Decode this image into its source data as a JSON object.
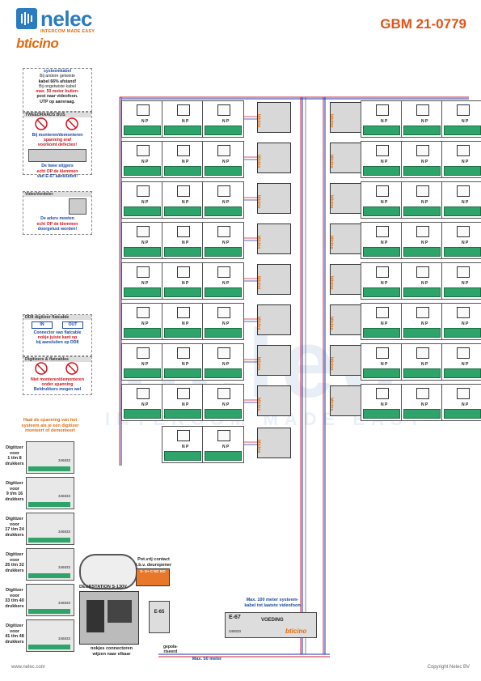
{
  "header": {
    "brand_name": "nelec",
    "brand_tagline": "INTERCOM MADE EASY",
    "sub_brand": "bticino",
    "model": "GBM 21-0779"
  },
  "notes": {
    "cable": {
      "line1": "systeemkabel",
      "line2": "Bij andere getwiste",
      "line3": "kabel 66% afstand!",
      "line4": "Bij ongetwiste kabel",
      "line5": "max. 50 meter buiten-",
      "line6": "post naar videofoon.",
      "line7": "UTP op aanvraag."
    },
    "bus": {
      "title": "TWEEDRAADS BUS",
      "line1": "Bij monteren/demonteren",
      "line2": "spanning eraf",
      "line3": "voorkomt defecten!"
    },
    "terminal": {
      "line1": "De twee stijgers",
      "line2": "echt OP de klemmen",
      "line3": "van E-67 aansluiten!"
    },
    "video": {
      "title": "VideoVerdeler",
      "line1": "De aders moeten",
      "line2": "echt OP de klemmen",
      "line3": "doorgelust worden!"
    },
    "flat": {
      "title": "DD8 digitizer flatcable",
      "in_label": "IN",
      "out_label": "OUT",
      "line1": "Connector van flatcable",
      "line2": "nokje juiste kant op",
      "line3": "bij aansluiten op DD8"
    },
    "digit": {
      "title": "Digitizers & flatcables",
      "line1": "Niet monteren/demonteren",
      "line2": "onder spanning",
      "line3": "Beldrukkers mogen wel"
    },
    "warning": {
      "line1": "Haal de spanning van het",
      "line2": "systeem als je een digitizer",
      "line3": "monteert of demonteert"
    }
  },
  "digitizers": [
    {
      "line1": "Digitizer",
      "line2": "voor",
      "line3": "1 t/m 8",
      "line4": "drukkers",
      "code": "346833"
    },
    {
      "line1": "Digitizer",
      "line2": "voor",
      "line3": "9 t/m 16",
      "line4": "drukkers",
      "code": "346833"
    },
    {
      "line1": "Digitizer",
      "line2": "voor",
      "line3": "17 t/m 24",
      "line4": "drukkers",
      "code": "346833"
    },
    {
      "line1": "Digitizer",
      "line2": "voor",
      "line3": "25 t/m 32",
      "line4": "drukkers",
      "code": "346833"
    },
    {
      "line1": "Digitizer",
      "line2": "voor",
      "line3": "33 t/m 40",
      "line4": "drukkers",
      "code": "346833"
    },
    {
      "line1": "Digitizer",
      "line2": "voor",
      "line3": "41 t/m 48",
      "line4": "drukkers",
      "code": "346833"
    }
  ],
  "bottom": {
    "entrance": "DEURSTATION S-130V",
    "nokjes": "nokjes connectoren",
    "nokjes2": "wijzen naar elkaar",
    "contact_title": "Pot.vrij contact",
    "contact_sub": "t.b.v. deuropener",
    "contact_pins": "S-  S+ C  NC NO",
    "e65": "E-65",
    "gepolariseerd": "gepola-",
    "gepolariseerd2": "riseerd",
    "max50": "Max. 50 meter",
    "max100": "Max. 100 meter systeem-",
    "max100b": "kabel tot laatste videofoon",
    "e67": "E-67",
    "voeding": "VOEDING",
    "psu_code": "346020"
  },
  "footer": {
    "left": "www.nelec.com",
    "right": "Copyright Nelec BV"
  },
  "watermark": {
    "big": "nelec",
    "tag": "INTERCOM MADE EASY"
  },
  "outlet_terminals": "N  P",
  "colors": {
    "blue": "#2b7bbf",
    "orange": "#e06b10",
    "red": "#d0141b",
    "green": "#2ea36a"
  }
}
